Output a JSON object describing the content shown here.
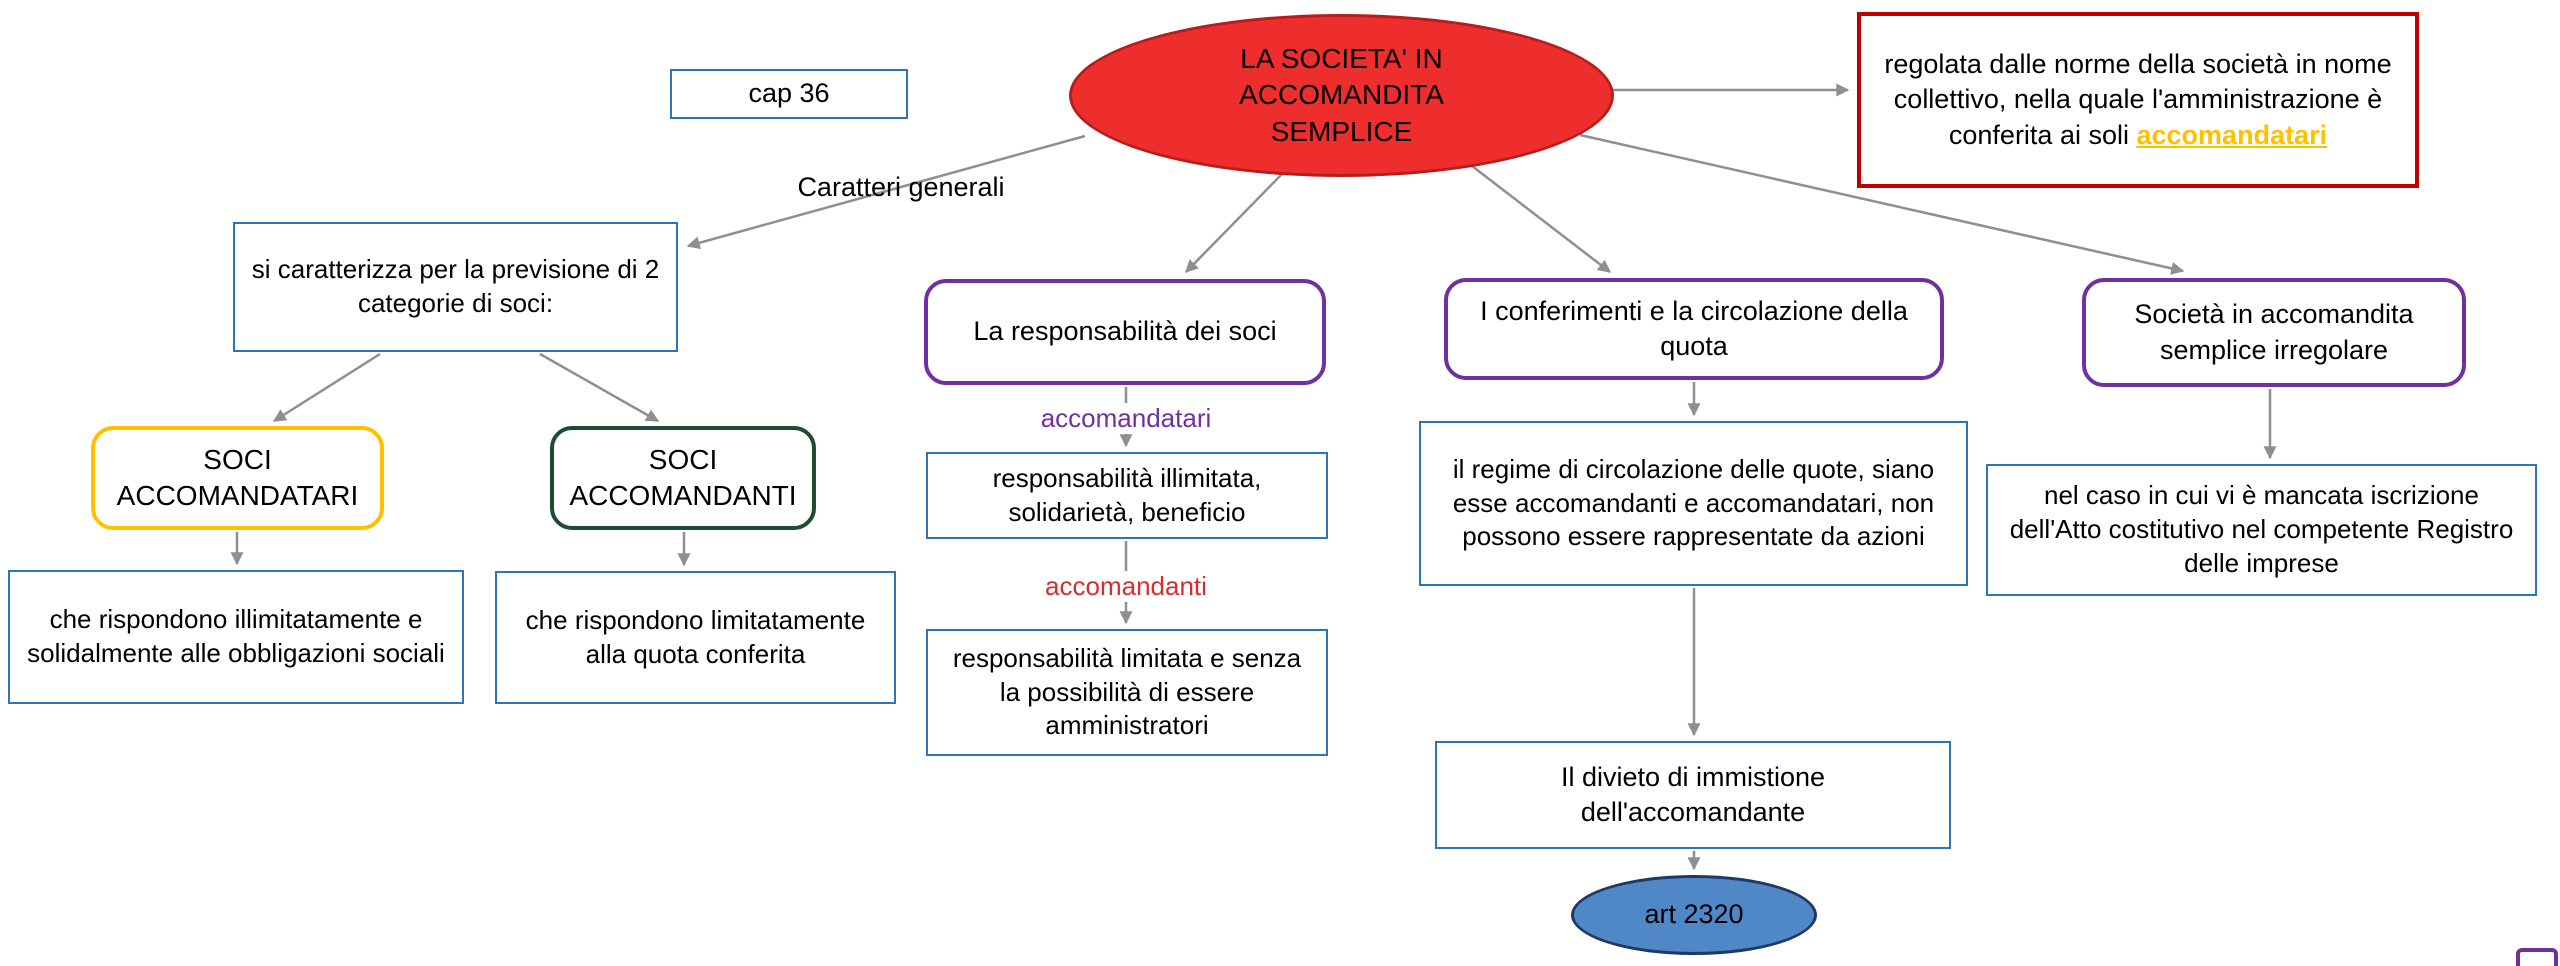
{
  "colors": {
    "root_fill": "#ee2d2d",
    "root_stroke": "#b81d1d",
    "blue_border": "#2e75b6",
    "red_border": "#c00000",
    "yellow_border": "#ffc000",
    "green_border": "#1d4c2e",
    "purple_border": "#7030a0",
    "art_fill": "#4f87c7",
    "art_stroke": "#1f3864",
    "arrow": "#8f8f8f",
    "label_accomandatari": "#7030a0",
    "label_accomandanti": "#d62e2e",
    "highlight_gold": "#ffc000"
  },
  "nodes": {
    "root": {
      "label": "LA SOCIETA' IN ACCOMANDITA SEMPLICE"
    },
    "cap": {
      "label": "cap 36"
    },
    "norme": {
      "text": "regolata dalle norme della società in nome collettivo, nella quale l'amministrazione è conferita ai soli",
      "highlight": "accomandatari"
    },
    "caratteri_generali": {
      "label": "Caratteri generali"
    },
    "categorie": {
      "label": "si caratterizza per la previsione di 2 categorie di soci:"
    },
    "soci_accomandatari": {
      "label": "SOCI ACCOMANDATARI"
    },
    "soci_accomandanti": {
      "label": "SOCI ACCOMANDANTI"
    },
    "accomandatari_desc": {
      "label": "che rispondono illimitatamente e solidalmente alle obbligazioni sociali"
    },
    "accomandanti_desc": {
      "label": "che rispondono limitatamente alla quota conferita"
    },
    "responsabilita": {
      "label": "La responsabilità dei soci"
    },
    "label_accomandatari": {
      "label": "accomandatari"
    },
    "resp_illimitata": {
      "label": "responsabilità illimitata, solidarietà, beneficio"
    },
    "label_accomandanti": {
      "label": "accomandanti"
    },
    "resp_limitata": {
      "label": "responsabilità limitata e senza la possibilità di essere amministratori"
    },
    "conferimenti": {
      "label": "I conferimenti e la circolazione della quota"
    },
    "regime_quote": {
      "label": "il regime di circolazione delle quote, siano esse accomandanti e accomandatari, non possono essere rappresentate da azioni"
    },
    "divieto": {
      "label": "Il divieto di immistione dell'accomandante"
    },
    "art_2320": {
      "label": "art 2320"
    },
    "irregolare": {
      "label": "Società in accomandita semplice irregolare"
    },
    "mancata_iscrizione": {
      "label": "nel caso in cui vi è mancata iscrizione dell'Atto costitutivo nel competente Registro delle imprese"
    }
  },
  "edges": [
    {
      "from": "root",
      "to": "categorie",
      "label": "Caratteri generali"
    },
    {
      "from": "root",
      "to": "norme"
    },
    {
      "from": "root",
      "to": "responsabilita"
    },
    {
      "from": "root",
      "to": "conferimenti"
    },
    {
      "from": "root",
      "to": "irregolare"
    },
    {
      "from": "categorie",
      "to": "soci_accomandatari"
    },
    {
      "from": "categorie",
      "to": "soci_accomandanti"
    },
    {
      "from": "soci_accomandatari",
      "to": "accomandatari_desc"
    },
    {
      "from": "soci_accomandanti",
      "to": "accomandanti_desc"
    },
    {
      "from": "responsabilita",
      "to": "resp_illimitata",
      "label": "accomandatari"
    },
    {
      "from": "resp_illimitata",
      "to": "resp_limitata",
      "label": "accomandanti"
    },
    {
      "from": "conferimenti",
      "to": "regime_quote"
    },
    {
      "from": "regime_quote",
      "to": "divieto"
    },
    {
      "from": "divieto",
      "to": "art_2320"
    },
    {
      "from": "irregolare",
      "to": "mancata_iscrizione"
    }
  ]
}
